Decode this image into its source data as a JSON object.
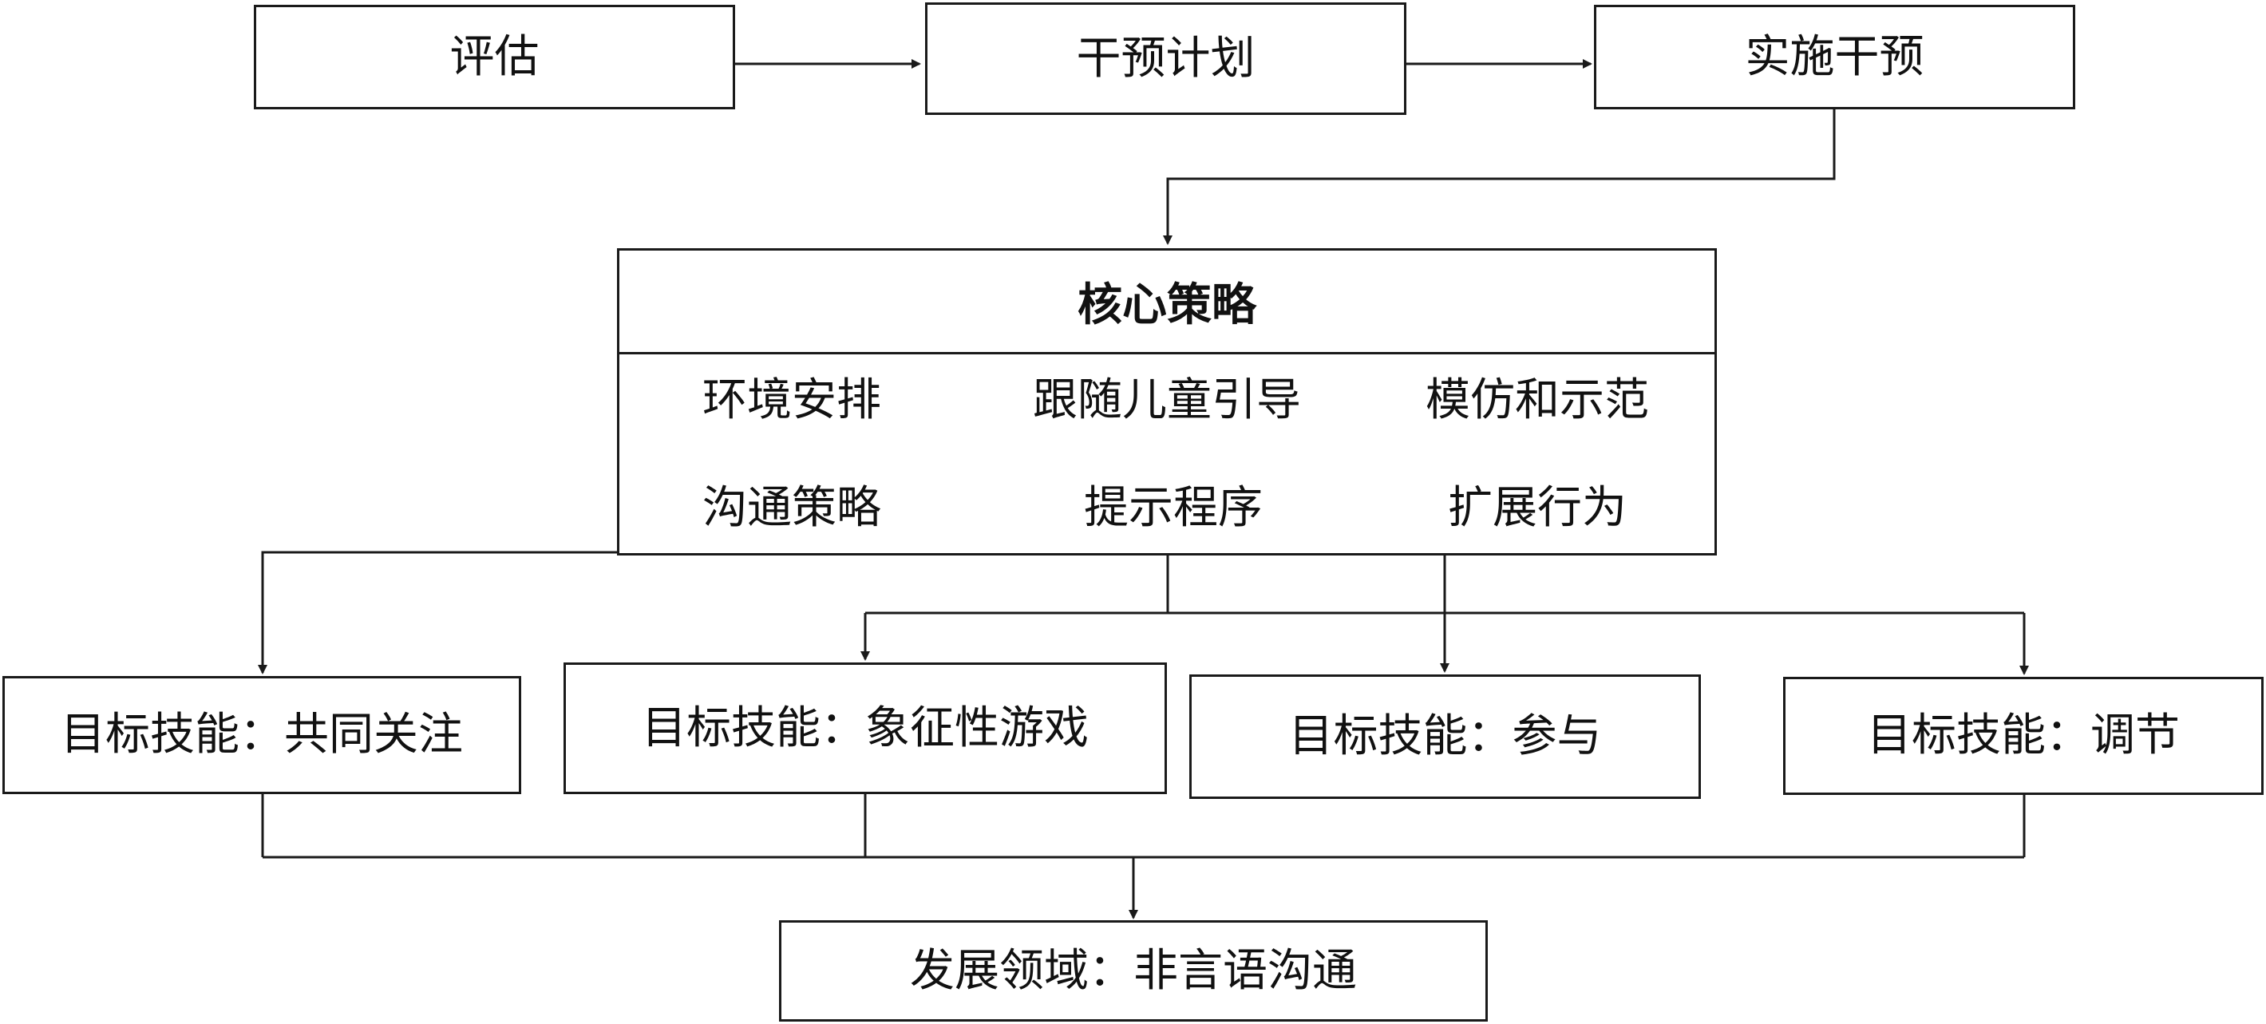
{
  "flow": {
    "assessment": "评估",
    "plan": "干预计划",
    "implement": "实施干预"
  },
  "core": {
    "title": "核心策略",
    "strategies": [
      "环境安排",
      "跟随儿童引导",
      "模仿和示范",
      "沟通策略",
      "提示程序",
      "扩展行为"
    ]
  },
  "targets": [
    "目标技能：共同关注",
    "目标技能：象征性游戏",
    "目标技能：参与",
    "目标技能：调节"
  ],
  "domain": "发展领域：非言语沟通"
}
